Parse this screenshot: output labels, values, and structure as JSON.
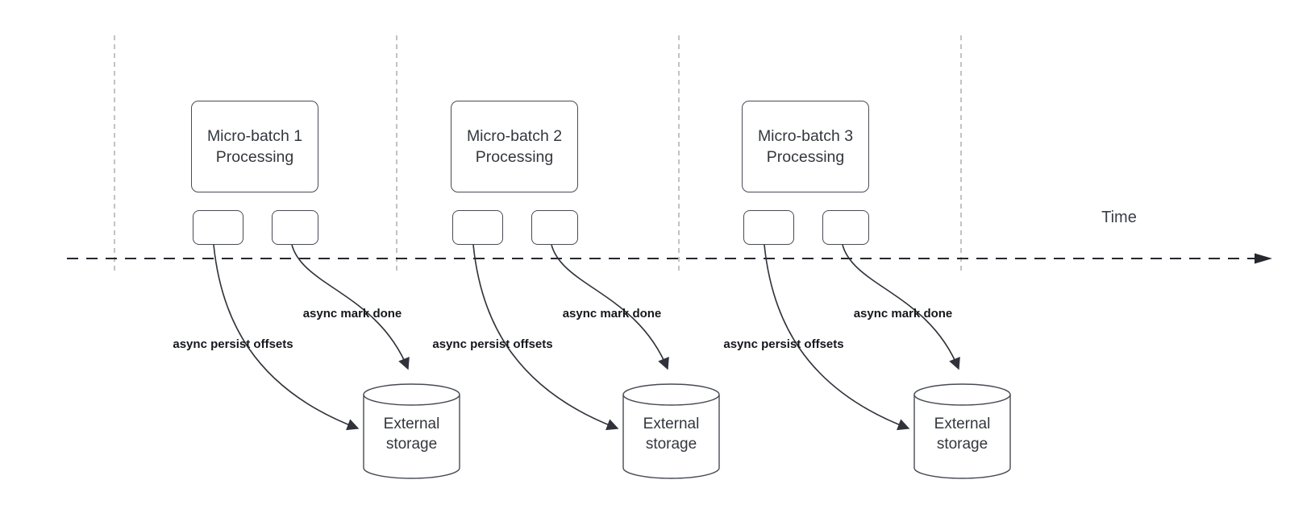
{
  "diagram": {
    "time_label": "Time",
    "groups": [
      {
        "title_line1": "Micro-batch 1",
        "title_line2": "Processing",
        "persist_label": "async persist offsets",
        "mark_label": "async mark done",
        "storage_line1": "External",
        "storage_line2": "storage"
      },
      {
        "title_line1": "Micro-batch 2",
        "title_line2": "Processing",
        "persist_label": "async persist offsets",
        "mark_label": "async mark done",
        "storage_line1": "External",
        "storage_line2": "storage"
      },
      {
        "title_line1": "Micro-batch 3",
        "title_line2": "Processing",
        "persist_label": "async persist offsets",
        "mark_label": "async mark done",
        "storage_line1": "External",
        "storage_line2": "storage"
      }
    ],
    "colors": {
      "background": "#ffffff",
      "shape_stroke": "#474b54",
      "shape_text": "#33373d",
      "arrow_label_text": "#15171c",
      "arrow_stroke": "#2f323a",
      "timeline_stroke": "#26282e",
      "guide_line": "#b4b4b4"
    }
  }
}
